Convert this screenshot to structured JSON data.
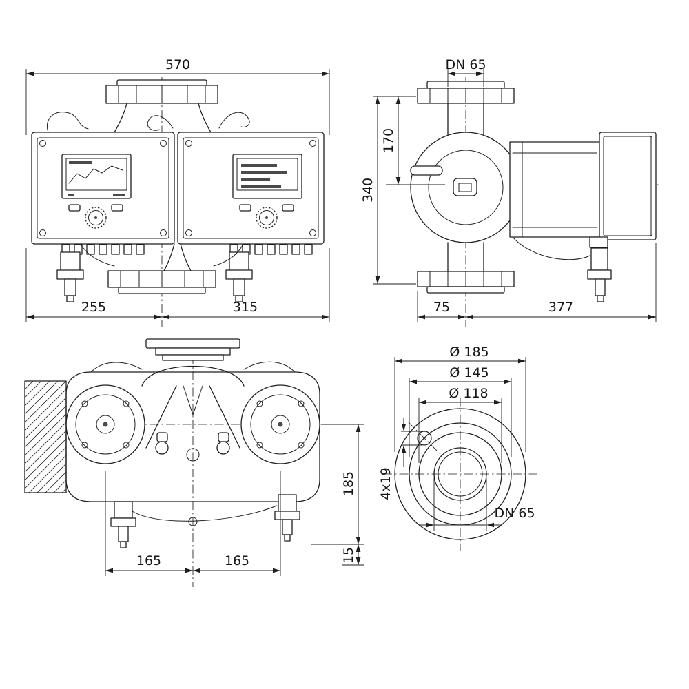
{
  "drawing": {
    "front_view": {
      "width_total": "570",
      "width_left": "255",
      "width_right": "315"
    },
    "side_view": {
      "flange_dn": "DN 65",
      "flange_to_axis": "170",
      "height_total": "340",
      "depth_front": "75",
      "depth_back": "377"
    },
    "top_view": {
      "axis_to_edge": "185",
      "edge_offset": "15",
      "port_spacing_left": "165",
      "port_spacing_right": "165"
    },
    "flange_detail": {
      "outer_diameter": "Ø 185",
      "bolt_circle_diameter": "Ø 145",
      "raised_face_diameter": "Ø 118",
      "bolt_holes": "4x19",
      "nominal_diameter": "DN 65"
    }
  }
}
